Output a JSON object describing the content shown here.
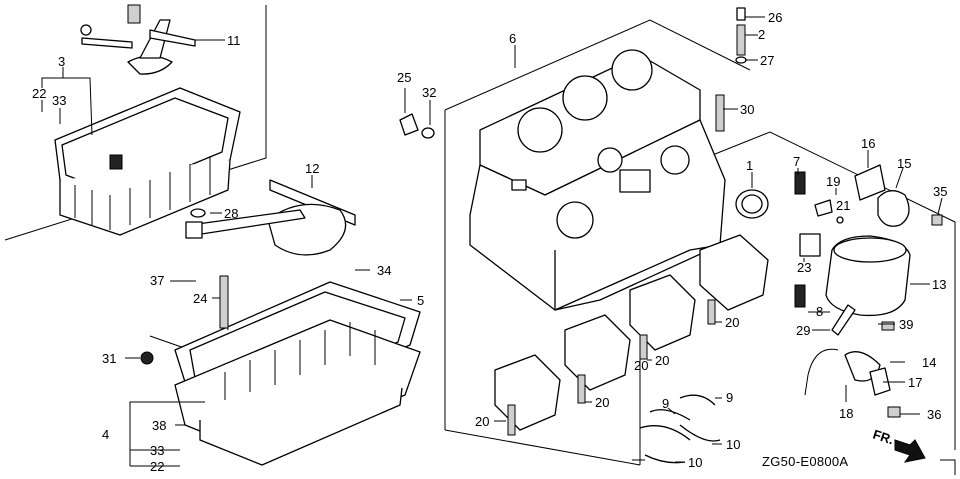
{
  "diagram": {
    "code": "ZG50-E0800A",
    "fr_label": "FR.",
    "callouts": {
      "c1": "1",
      "c2": "2",
      "c3": "3",
      "c4": "4",
      "c5": "5",
      "c6": "6",
      "c7": "7",
      "c8": "8",
      "c9a": "9",
      "c9b": "9",
      "c10a": "10",
      "c10b": "10",
      "c11": "11",
      "c12": "12",
      "c13": "13",
      "c14": "14",
      "c15": "15",
      "c16": "16",
      "c17": "17",
      "c18": "18",
      "c19": "19",
      "c20a": "20",
      "c20b": "20",
      "c20c": "20",
      "c20d": "20",
      "c20e": "20",
      "c21": "21",
      "c22a": "22",
      "c22b": "22",
      "c23": "23",
      "c24": "24",
      "c25": "25",
      "c26": "26",
      "c27": "27",
      "c28": "28",
      "c29": "29",
      "c30": "30",
      "c31": "31",
      "c32": "32",
      "c33a": "33",
      "c33b": "33",
      "c34": "34",
      "c35": "35",
      "c36": "36",
      "c37": "37",
      "c38": "38",
      "c39": "39"
    }
  }
}
